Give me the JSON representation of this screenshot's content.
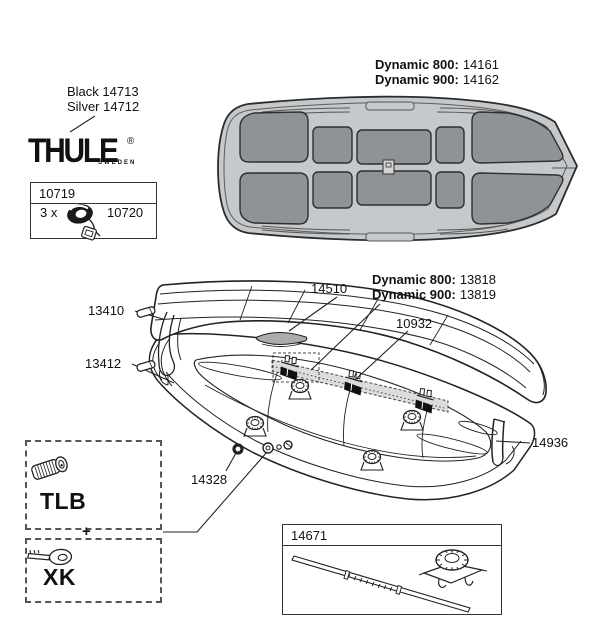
{
  "logo": {
    "name": "THULE",
    "country": "SWEDEN",
    "reg": "®"
  },
  "colors": {
    "ink": "#222222",
    "cover_body_gray": "#c6c9cb",
    "cover_panel_gray": "#8f9395",
    "rail_gray": "#dcdcdc",
    "handle_gray": "#a9adaf"
  },
  "icons": {
    "strap": "strap-roll-icon",
    "lock_cylinder": "lock-cylinder-icon",
    "key": "key-icon",
    "mount_knob": "mount-knob-icon",
    "torsion_bar": "torsion-bar-icon"
  },
  "callouts": {
    "lid_color_line1": "Black 14713",
    "lid_color_line2": "Silver 14712",
    "cover_line1_label": "Dynamic 800:",
    "cover_line1_value": "14161",
    "cover_line2_label": "Dynamic 900:",
    "cover_line2_value": "14162",
    "rail_line1_label": "Dynamic 800:",
    "rail_line1_value": "13818",
    "rail_line2_label": "Dynamic 900:",
    "rail_line2_value": "13819",
    "handle": "14510",
    "clamp": "10932",
    "pin_upper": "13410",
    "pin_lower": "13412",
    "corner_bracket": "14936",
    "grommet": "14328"
  },
  "strap_box": {
    "id": "10719",
    "qty": "3 x",
    "part": "10720"
  },
  "lock_box": {
    "cylinder": "TLB",
    "plus": "+",
    "key": "XK"
  },
  "tbar_box": {
    "id": "14671"
  }
}
